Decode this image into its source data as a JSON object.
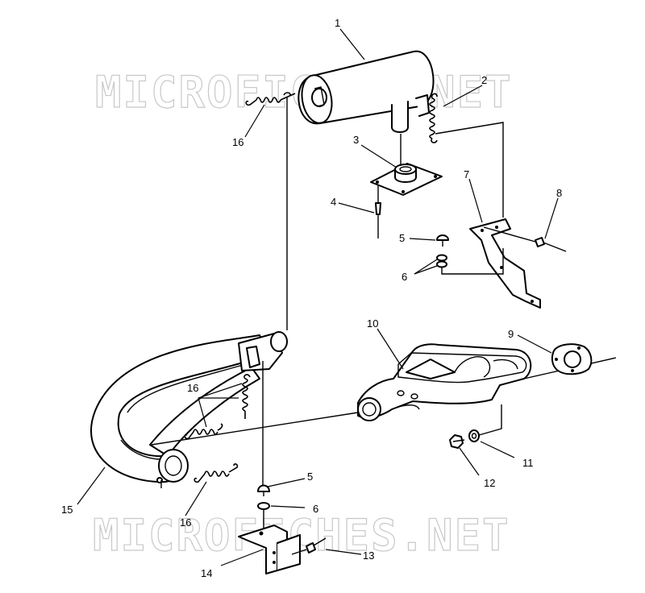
{
  "watermark": {
    "text": "MICROFICHES.NET"
  },
  "callouts": {
    "c1": "1",
    "c2": "2",
    "c3": "3",
    "c4": "4",
    "c5a": "5",
    "c6a": "6",
    "c7": "7",
    "c8": "8",
    "c9": "9",
    "c10": "10",
    "c11": "11",
    "c12": "12",
    "c13": "13",
    "c14": "14",
    "c15": "15",
    "c16a": "16",
    "c16b": "16",
    "c16c": "16",
    "c5b": "5",
    "c6b": "6"
  }
}
